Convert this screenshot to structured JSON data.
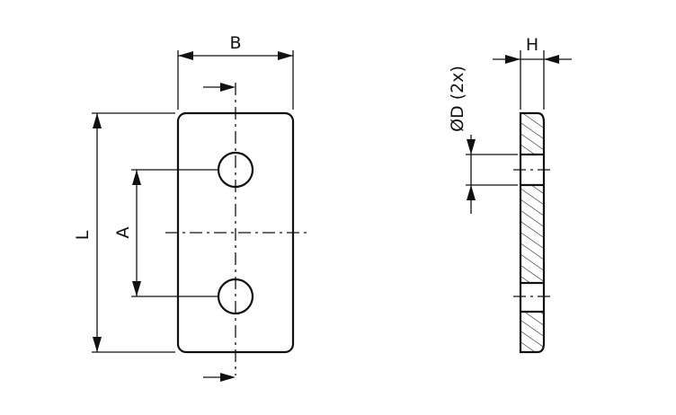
{
  "labels": {
    "width": "B",
    "length": "L",
    "hole_spacing": "A",
    "hole_diameter": "ØD (2x)",
    "thickness": "H"
  },
  "colors": {
    "line": "#111111",
    "background": "#ffffff"
  }
}
